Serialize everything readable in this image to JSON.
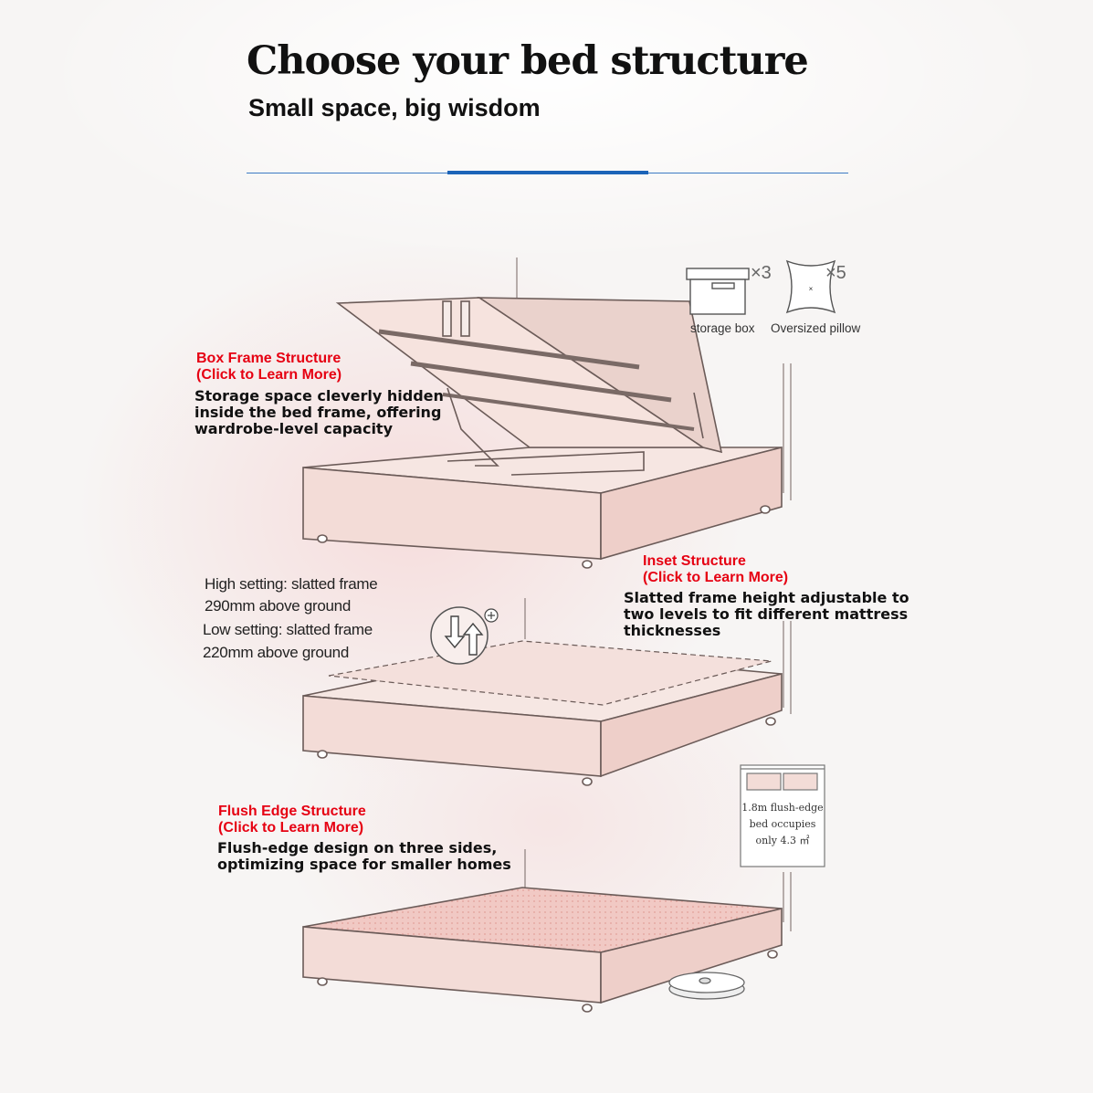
{
  "header": {
    "title": "Choose your bed structure",
    "subtitle": "Small space, big wisdom"
  },
  "legend": {
    "storage_box_label": "storage box",
    "storage_box_count": "×3",
    "pillow_label": "Oversized pillow",
    "pillow_count": "×5"
  },
  "sections": {
    "box_frame": {
      "title": "Box Frame Structure",
      "link": "(Click to Learn More)",
      "desc_1": "Storage space cleverly hidden",
      "desc_2": "inside the bed frame, offering",
      "desc_3": "wardrobe-level capacity"
    },
    "inset": {
      "title": "Inset Structure",
      "link": "(Click to Learn More)",
      "desc_1": "Slatted frame height adjustable to",
      "desc_2": "two levels to fit different mattress",
      "desc_3": "thicknesses",
      "high_1": "High setting: slatted frame",
      "high_2": "290mm above ground",
      "low_1": "Low setting: slatted frame",
      "low_2": "220mm above ground"
    },
    "flush_edge": {
      "title": "Flush Edge Structure",
      "link": "(Click to Learn More)",
      "desc_1": "Flush-edge design on three sides,",
      "desc_2": "optimizing space for smaller homes",
      "card_1": "1.8m flush-edge",
      "card_2": "bed occupies",
      "card_3": "only 4.3 ㎡"
    }
  },
  "colors": {
    "accent_red": "#e60012",
    "divider_blue": "#1b64b8",
    "bed_fill": "#f3dcd7",
    "bed_stroke": "#6b5b58"
  }
}
